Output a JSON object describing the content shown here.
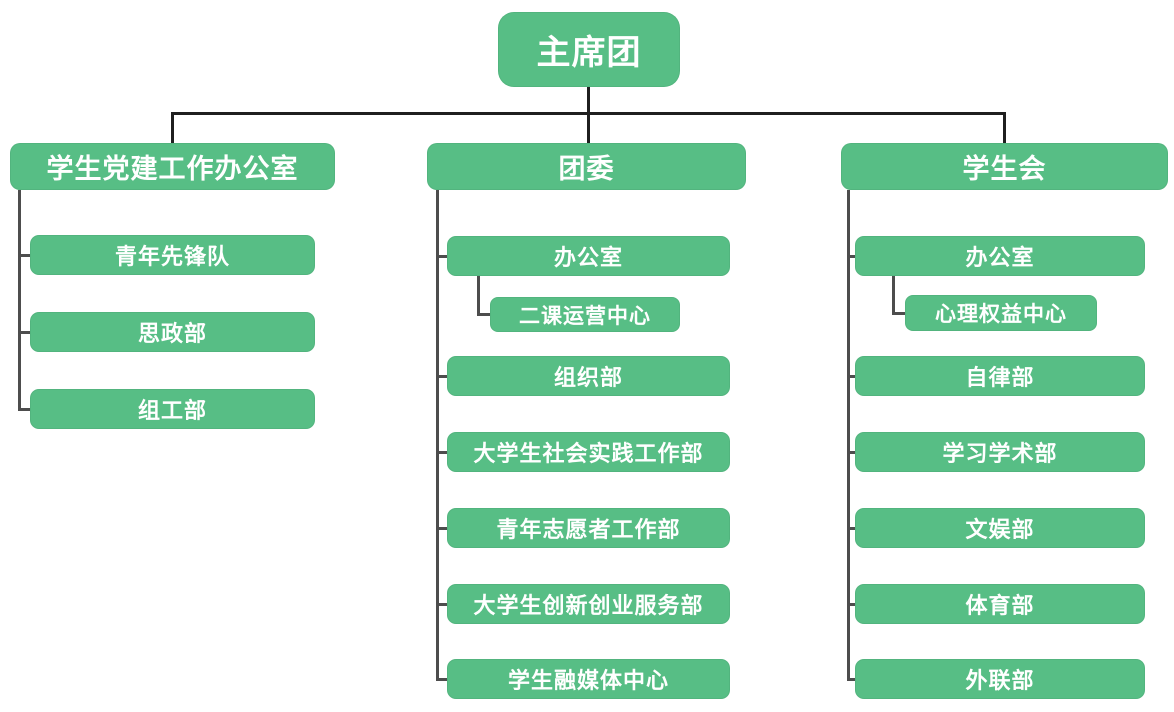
{
  "org": {
    "title": "Student organization chart",
    "colors": {
      "node_fill": "#57BE85",
      "node_text": "#FFFFFF",
      "connector_top": "#1F1F1F",
      "connector_branch": "#4D4D4D"
    },
    "root": {
      "label": "主席团"
    },
    "branches": [
      {
        "label": "学生党建工作办公室",
        "children": [
          {
            "label": "青年先锋队"
          },
          {
            "label": "思政部"
          },
          {
            "label": "组工部"
          }
        ]
      },
      {
        "label": "团委",
        "children": [
          {
            "label": "办公室",
            "sub": [
              {
                "label": "二课运营中心"
              }
            ]
          },
          {
            "label": "组织部"
          },
          {
            "label": "大学生社会实践工作部"
          },
          {
            "label": "青年志愿者工作部"
          },
          {
            "label": "大学生创新创业服务部"
          },
          {
            "label": "学生融媒体中心"
          }
        ]
      },
      {
        "label": "学生会",
        "children": [
          {
            "label": "办公室",
            "sub": [
              {
                "label": "心理权益中心"
              }
            ]
          },
          {
            "label": "自律部"
          },
          {
            "label": "学习学术部"
          },
          {
            "label": "文娱部"
          },
          {
            "label": "体育部"
          },
          {
            "label": "外联部"
          }
        ]
      }
    ]
  }
}
